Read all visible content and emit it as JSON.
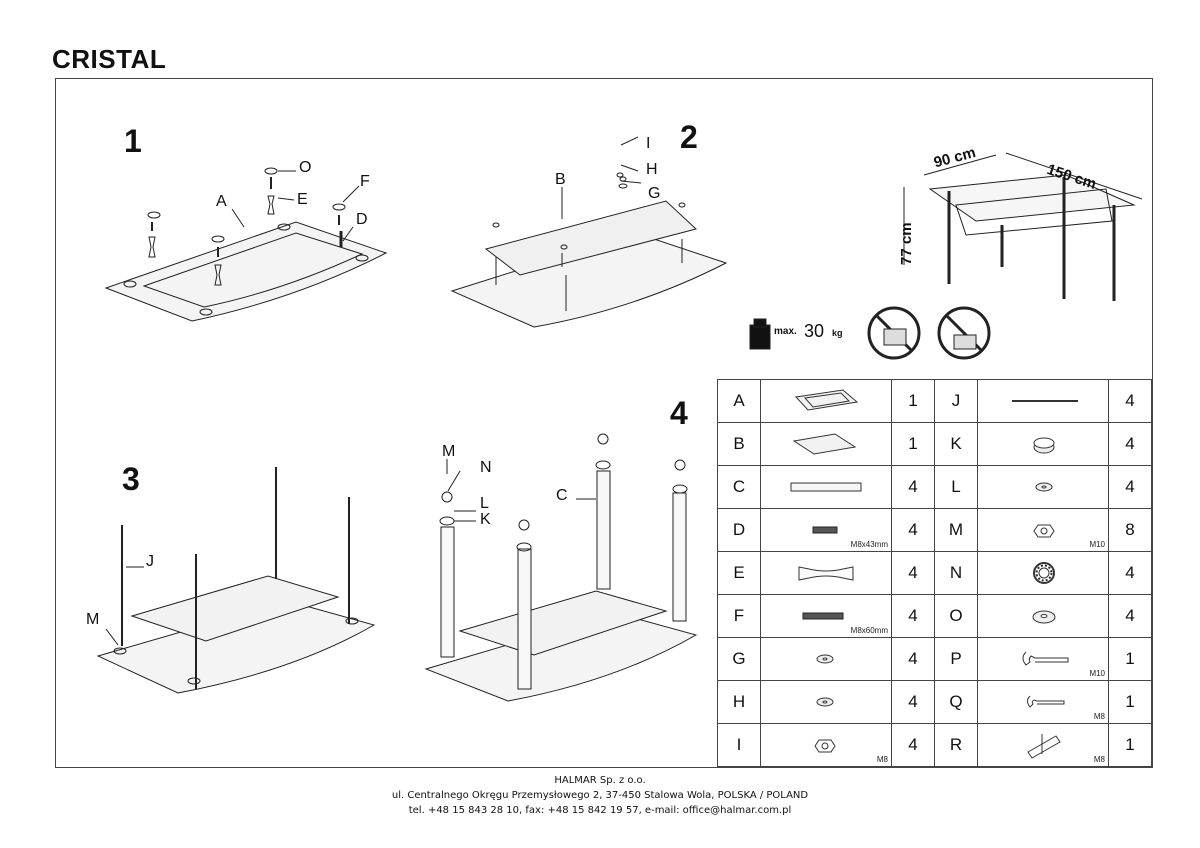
{
  "document": {
    "title": "CRISTAL"
  },
  "steps": [
    "1",
    "2",
    "3",
    "4"
  ],
  "callouts": {
    "step1": [
      "O",
      "E",
      "F",
      "A",
      "D"
    ],
    "step2": [
      "I",
      "H",
      "G",
      "B"
    ],
    "step3": [
      "J",
      "M"
    ],
    "step4": [
      "M",
      "N",
      "L",
      "K",
      "C"
    ]
  },
  "dimensions": {
    "width": "90 cm",
    "length": "150 cm",
    "height": "77 cm"
  },
  "load": {
    "prefix": "max.",
    "value": "30",
    "unit": "kg"
  },
  "parts": [
    {
      "letter": "A",
      "qty": "1",
      "icon": "glass-frame-icon",
      "spec": ""
    },
    {
      "letter": "B",
      "qty": "1",
      "icon": "glass-shelf-icon",
      "spec": ""
    },
    {
      "letter": "C",
      "qty": "4",
      "icon": "leg-tube-icon",
      "spec": ""
    },
    {
      "letter": "D",
      "qty": "4",
      "icon": "bolt-icon",
      "spec": "M8x43mm"
    },
    {
      "letter": "E",
      "qty": "4",
      "icon": "spacer-icon",
      "spec": ""
    },
    {
      "letter": "F",
      "qty": "4",
      "icon": "bolt-long-icon",
      "spec": "M8x60mm"
    },
    {
      "letter": "G",
      "qty": "4",
      "icon": "washer-icon",
      "spec": ""
    },
    {
      "letter": "H",
      "qty": "4",
      "icon": "washer-icon",
      "spec": ""
    },
    {
      "letter": "I",
      "qty": "4",
      "icon": "nut-icon",
      "spec": "M8"
    },
    {
      "letter": "J",
      "qty": "4",
      "icon": "threaded-rod-icon",
      "spec": ""
    },
    {
      "letter": "K",
      "qty": "4",
      "icon": "cap-icon",
      "spec": ""
    },
    {
      "letter": "L",
      "qty": "4",
      "icon": "washer-icon",
      "spec": ""
    },
    {
      "letter": "M",
      "qty": "8",
      "icon": "nut-icon",
      "spec": "M10"
    },
    {
      "letter": "N",
      "qty": "4",
      "icon": "bearing-ring-icon",
      "spec": ""
    },
    {
      "letter": "O",
      "qty": "4",
      "icon": "pad-icon",
      "spec": ""
    },
    {
      "letter": "P",
      "qty": "1",
      "icon": "wrench-icon",
      "spec": "M10"
    },
    {
      "letter": "Q",
      "qty": "1",
      "icon": "wrench-small-icon",
      "spec": "M8"
    },
    {
      "letter": "R",
      "qty": "1",
      "icon": "socket-wrench-icon",
      "spec": "M8"
    }
  ],
  "footer": {
    "company": "HALMAR Sp. z o.o.",
    "address": "ul. Centralnego Okręgu Przemysłowego 2, 37-450 Stalowa Wola, POLSKA / POLAND",
    "contact": "tel. +48 15 843 28 10, fax: +48 15 842 19 57, e-mail: office@halmar.com.pl"
  }
}
